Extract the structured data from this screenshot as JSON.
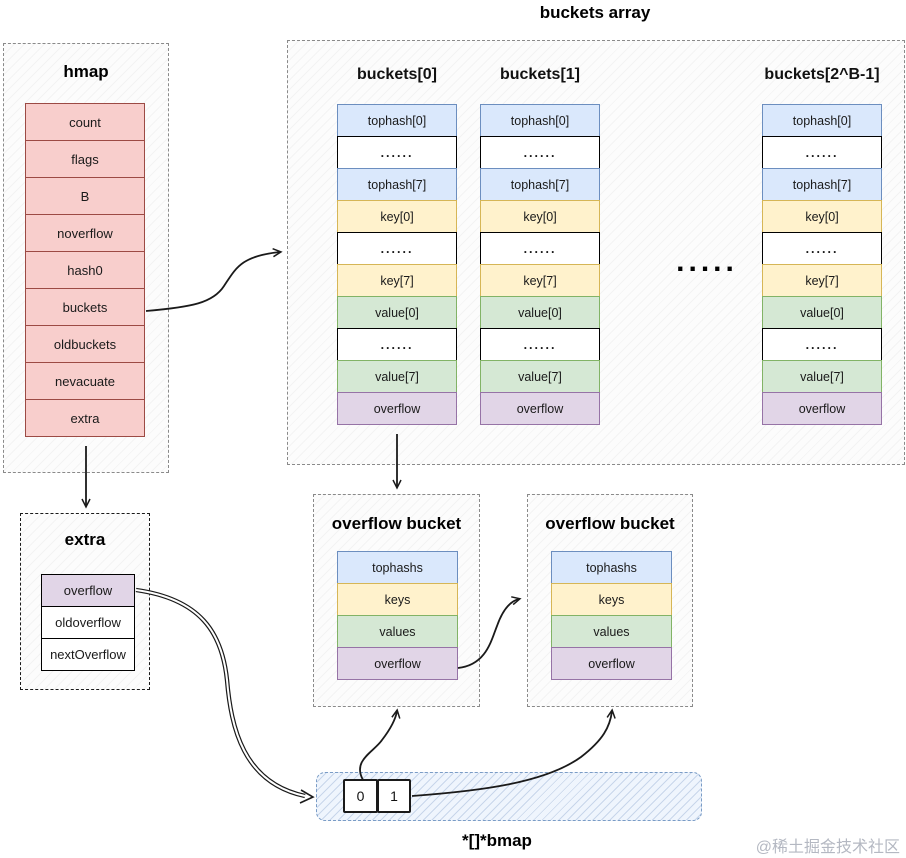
{
  "title": "buckets array",
  "hmap": {
    "title": "hmap",
    "fields": [
      "count",
      "flags",
      "B",
      "noverflow",
      "hash0",
      "buckets",
      "oldbuckets",
      "nevacuate",
      "extra"
    ]
  },
  "buckets_array": {
    "separator_dots": ".....",
    "columns": [
      {
        "header": "buckets[0]"
      },
      {
        "header": "buckets[1]"
      },
      {
        "header": "buckets[2^B-1]"
      }
    ],
    "cells": [
      "tophash[0]",
      "......",
      "tophash[7]",
      "key[0]",
      "......",
      "key[7]",
      "value[0]",
      "......",
      "value[7]",
      "overflow"
    ]
  },
  "extra_box": {
    "title": "extra",
    "rows": [
      "overflow",
      "oldoverflow",
      "nextOverflow"
    ]
  },
  "overflow_buckets": {
    "title": "overflow bucket",
    "rows": [
      "tophashs",
      "keys",
      "values",
      "overflow"
    ]
  },
  "bmap": {
    "label": "*[]*bmap",
    "cells": [
      "0",
      "1"
    ]
  },
  "watermark": "@稀土掘金技术社区",
  "colors": {
    "tophash_fill": "#dae8fc",
    "tophash_border": "#6c8ebf",
    "key_fill": "#fff2cc",
    "key_border": "#d6b656",
    "value_fill": "#d5e8d4",
    "value_border": "#82b366",
    "overflow_fill": "#e1d5e7",
    "overflow_border": "#9673a6",
    "hmap_field_fill": "#f8cecc",
    "hmap_field_border": "#9c4a44",
    "bmap_fill": "#eff5fd",
    "bmap_border": "#7a9cc6"
  }
}
